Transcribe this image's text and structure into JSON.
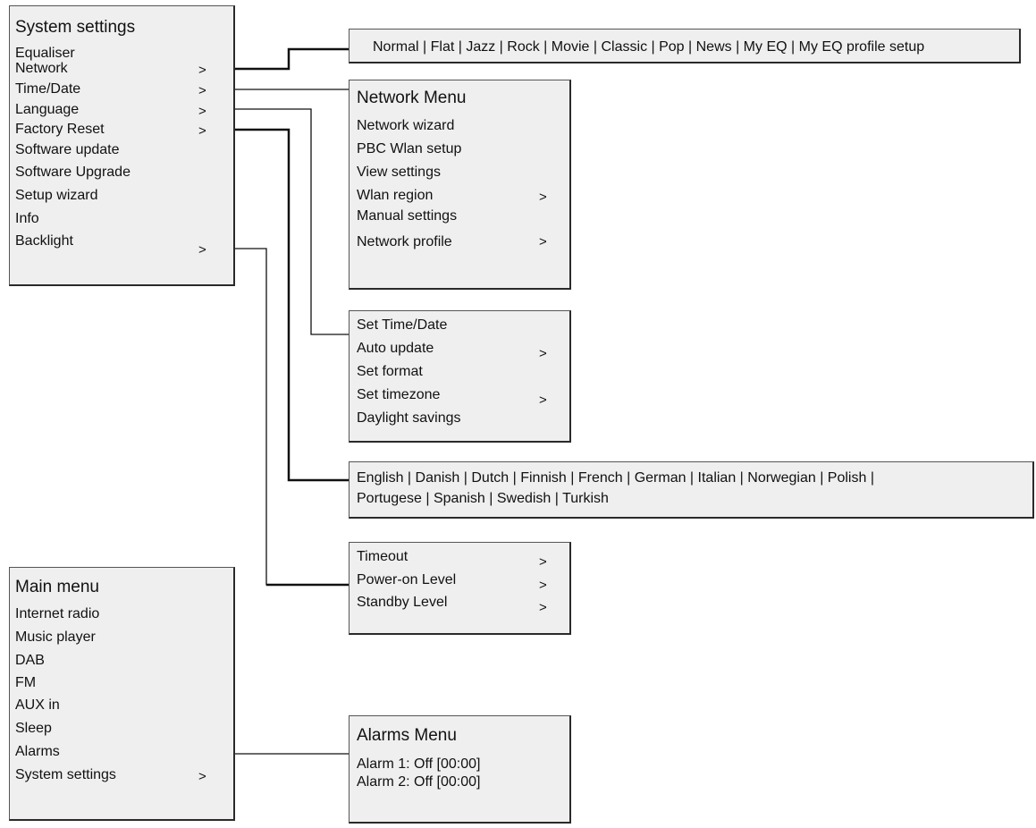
{
  "system_settings": {
    "title": "System settings",
    "items": [
      {
        "label": "Equaliser",
        "arrow": ""
      },
      {
        "label": "Network",
        "arrow": ">"
      },
      {
        "label": "Time/Date",
        "arrow": ">"
      },
      {
        "label": "Language",
        "arrow": ">"
      },
      {
        "label": "Factory Reset",
        "arrow": ">"
      },
      {
        "label": "Software update",
        "arrow": ""
      },
      {
        "label": "Software Upgrade",
        "arrow": ""
      },
      {
        "label": "Setup wizard",
        "arrow": ""
      },
      {
        "label": "Info",
        "arrow": ""
      },
      {
        "label": "Backlight",
        "arrow": ">"
      }
    ]
  },
  "equaliser_options": "Normal | Flat | Jazz | Rock | Movie | Classic | Pop | News | My EQ | My EQ profile setup",
  "network_menu": {
    "title": "Network Menu",
    "items": [
      {
        "label": "Network wizard",
        "arrow": ""
      },
      {
        "label": "PBC Wlan setup",
        "arrow": ""
      },
      {
        "label": "View settings",
        "arrow": ""
      },
      {
        "label": "Wlan region",
        "arrow": ">"
      },
      {
        "label": "Manual settings",
        "arrow": ""
      },
      {
        "label": "Network profile",
        "arrow": ">"
      }
    ]
  },
  "time_menu": {
    "items": [
      {
        "label": "Set Time/Date",
        "arrow": ""
      },
      {
        "label": "Auto update",
        "arrow": ">"
      },
      {
        "label": "Set format",
        "arrow": ""
      },
      {
        "label": "Set timezone",
        "arrow": ">"
      },
      {
        "label": "Daylight savings",
        "arrow": ""
      }
    ]
  },
  "language_options": {
    "line1": "English | Danish | Dutch | Finnish | French | German | Italian | Norwegian | Polish |",
    "line2": "Portugese | Spanish | Swedish | Turkish"
  },
  "backlight_menu": {
    "items": [
      {
        "label": "Timeout",
        "arrow": ">"
      },
      {
        "label": "Power-on Level",
        "arrow": ">"
      },
      {
        "label": "Standby Level",
        "arrow": ">"
      }
    ]
  },
  "main_menu": {
    "title": "Main menu",
    "items": [
      {
        "label": "Internet radio",
        "arrow": ""
      },
      {
        "label": "Music player",
        "arrow": ""
      },
      {
        "label": "DAB",
        "arrow": ""
      },
      {
        "label": "FM",
        "arrow": ""
      },
      {
        "label": "AUX in",
        "arrow": ""
      },
      {
        "label": "Sleep",
        "arrow": ""
      },
      {
        "label": "Alarms",
        "arrow": ""
      },
      {
        "label": "System settings",
        "arrow": ">"
      }
    ]
  },
  "alarms_menu": {
    "title": "Alarms Menu",
    "items": [
      {
        "label": "Alarm 1: Off [00:00]",
        "arrow": ""
      },
      {
        "label": "Alarm 2: Off [00:00]",
        "arrow": ""
      }
    ]
  },
  "colors": {
    "box_fill": "#efefef",
    "line": "#111111"
  }
}
